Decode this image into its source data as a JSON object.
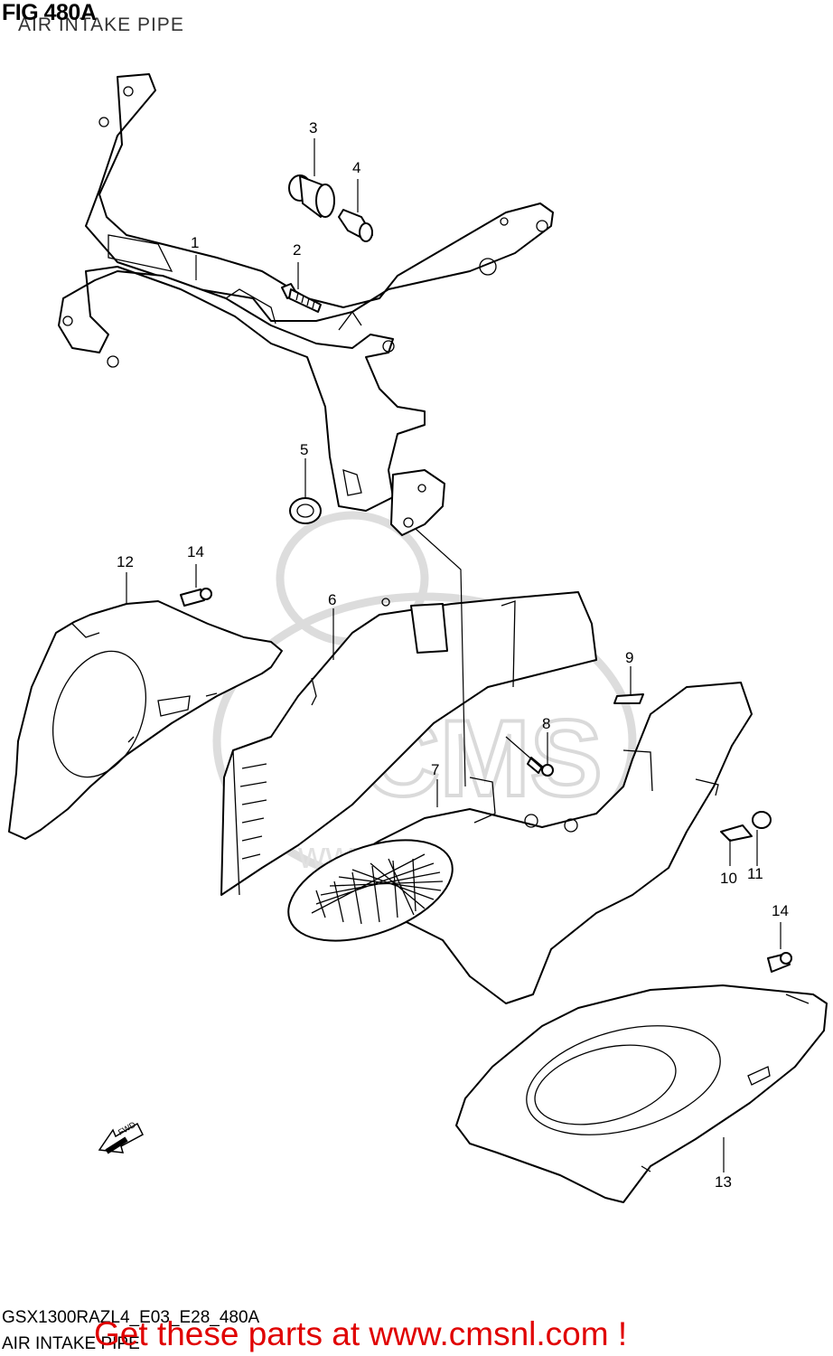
{
  "figure": {
    "title": "FIG 480A",
    "subtitle": "AIR INTAKE PIPE"
  },
  "callouts": [
    "1",
    "2",
    "3",
    "4",
    "5",
    "6",
    "7",
    "8",
    "9",
    "10",
    "11",
    "12",
    "13",
    "14",
    "14"
  ],
  "direction_label": "FWD",
  "footer": {
    "model_code": "GSX1300RAZL4_E03_E28_480A",
    "section_name": "AIR INTAKE PIPE"
  },
  "promo": {
    "text": "Get these parts at www.cmsnl.com !"
  },
  "watermark": {
    "text": "CMS",
    "url_text": "www.cmsnl.com"
  }
}
